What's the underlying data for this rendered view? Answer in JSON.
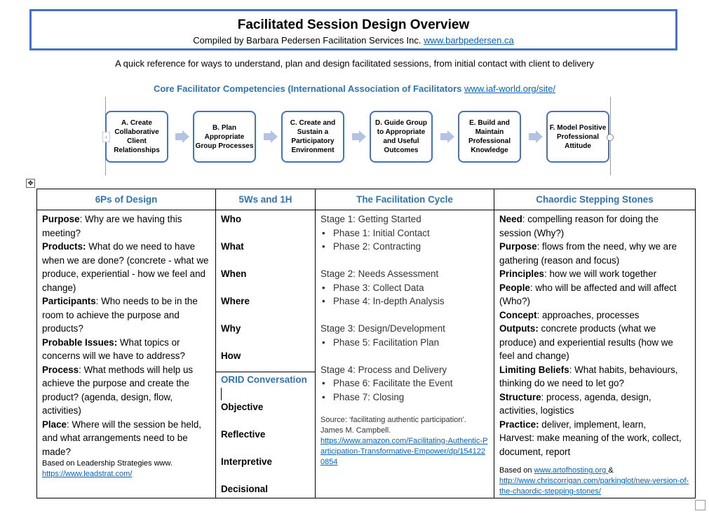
{
  "header": {
    "title": "Facilitated Session Design Overview",
    "subtitle": "Compiled by Barbara Pedersen Facilitation Services Inc. ",
    "subtitle_link": "www.barbpedersen.ca"
  },
  "intro": "A quick reference for ways to understand, plan and design facilitated sessions, from initial contact with client to delivery",
  "competencies": {
    "title": "Core Facilitator Competencies (International Association of Facilitators ",
    "link": "www.iaf-world.org/site/",
    "steps": [
      "A. Create Collaborative Client Relationships",
      "B. Plan Appropriate Group Processes",
      "C. Create and Sustain a Participatory Environment",
      "D. Guide Group to Appropriate and Useful Outcomes",
      "E. Build and Maintain Professional Knowledge",
      "F. Model Positive Professional Attitude"
    ],
    "accent": "#4472c4"
  },
  "table": {
    "headers": [
      "6Ps of Design",
      "5Ws and 1H",
      "The Facilitation Cycle",
      "Chaordic Stepping Stones"
    ],
    "sixps": [
      {
        "label": "Purpose",
        "text": ": Why are we having this meeting?"
      },
      {
        "label": "Products:",
        "text": " What do we need to have when we are done? (concrete - what we produce, experiential - how we feel and change)"
      },
      {
        "label": "Participants",
        "text": ": Who needs to be in the room to achieve the purpose and products?"
      },
      {
        "label": "Probable Issues:",
        "text": " What topics or concerns will we have to address?"
      },
      {
        "label": "Process",
        "text": ": What methods will help us achieve the purpose and create the product? (agenda, design, flow, activities)"
      },
      {
        "label": "Place",
        "text": ": Where will the session be held, and what arrangements need to be made?"
      }
    ],
    "sixps_note": "Based on Leadership Strategies www.",
    "sixps_link": "https://www.leadstrat.com/",
    "ws": [
      "Who",
      "What",
      "When",
      "Where",
      "Why",
      "How"
    ],
    "orid_title": "ORID Conversation",
    "orid": [
      "Objective",
      "Reflective",
      "Interpretive",
      "Decisional"
    ],
    "cycle": [
      {
        "stage": "Stage 1: Getting Started",
        "phases": [
          "Phase 1: Initial Contact",
          "Phase 2: Contracting"
        ]
      },
      {
        "stage": "Stage 2: Needs Assessment",
        "phases": [
          "Phase 3: Collect Data",
          "Phase 4: In-depth Analysis"
        ]
      },
      {
        "stage": "Stage 3: Design/Development",
        "phases": [
          "Phase 5: Facilitation Plan"
        ]
      },
      {
        "stage": "Stage 4: Process and Delivery",
        "phases": [
          "Phase 6: Facilitate the Event",
          "Phase 7: Closing"
        ]
      }
    ],
    "cycle_source": "Source: ‘facilitating authentic participation’. James M. Campbell.",
    "cycle_link": "https://www.amazon.com/Facilitating-Authentic-Participation-Transformative-Empower/dp/1541220854",
    "chaordic": [
      {
        "label": "Need",
        "text": ": compelling reason for doing the session (Why?)"
      },
      {
        "label": "Purpose",
        "text": ": flows from the need, why we are gathering (reason and focus)"
      },
      {
        "label": "Principles",
        "text": ": how we will work together"
      },
      {
        "label": "People",
        "text": ": who will be affected and will affect (Who?)"
      },
      {
        "label": "Concept",
        "text": ": approaches, processes"
      },
      {
        "label": "Outputs:",
        "text": " concrete products (what we produce) and experiential results (how we feel and change)"
      },
      {
        "label": "Limiting Beliefs",
        "text": ": What habits, behaviours, thinking do we need to let go?"
      },
      {
        "label": "Structure",
        "text": ": process, agenda, design, activities, logistics"
      },
      {
        "label": "Practice:",
        "text": " deliver, implement, learn,"
      },
      {
        "label": "",
        "text": "Harvest: make meaning of the work, collect, document, report"
      }
    ],
    "chaordic_note": "Based on ",
    "chaordic_link1": "www.artofhosting.org ",
    "chaordic_amp": "&",
    "chaordic_link2": "http://www.chriscorrigan.com/parkinglot/new-version-of-the-chaordic-stepping-stones/"
  }
}
